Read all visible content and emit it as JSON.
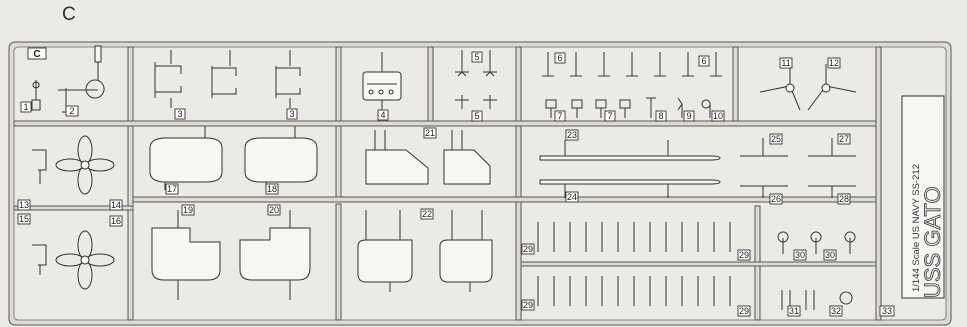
{
  "sheet": {
    "letter": "C",
    "tag": "C"
  },
  "side_label": {
    "scale_text": "1/144 Scale US NAVY SS-212",
    "ship_name": "USS GATO"
  },
  "part_numbers": {
    "p1": "1",
    "p2": "2",
    "p3a": "3",
    "p3b": "3",
    "p4": "4",
    "p5a": "5",
    "p5b": "5",
    "p6a": "6",
    "p6b": "6",
    "p7a": "7",
    "p7b": "7",
    "p8": "8",
    "p9": "9",
    "p10": "10",
    "p11": "11",
    "p12": "12",
    "p13": "13",
    "p14": "14",
    "p15": "15",
    "p16": "16",
    "p17": "17",
    "p18": "18",
    "p19": "19",
    "p20": "20",
    "p21": "21",
    "p22": "22",
    "p23": "23",
    "p24": "24",
    "p25": "25",
    "p26": "26",
    "p27": "27",
    "p28": "28",
    "p29a": "29",
    "p29b": "29",
    "p29c": "29",
    "p29d": "29",
    "p30a": "30",
    "p30b": "30",
    "p31": "31",
    "p32": "32",
    "p33": "33"
  }
}
